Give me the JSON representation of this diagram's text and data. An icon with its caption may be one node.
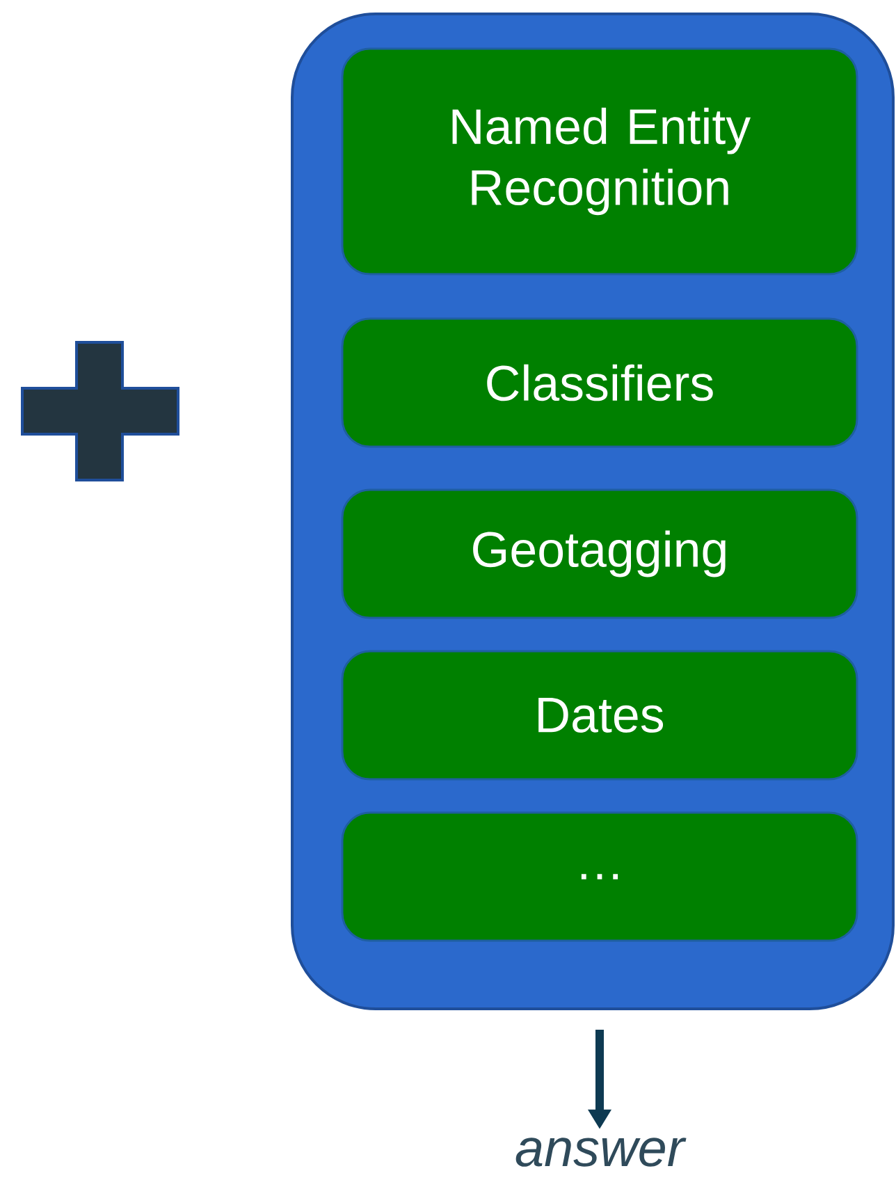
{
  "diagram": {
    "nodes": [
      {
        "text": [],
        "shape": "box"
      },
      {
        "text": [
          "Named Entity Recognition"
        ],
        "in": 0
      },
      {
        "text": [
          "Classifiers"
        ],
        "in": 0
      },
      {
        "text": [
          "Geotagging"
        ],
        "in": 0
      },
      {
        "text": [
          "Dates"
        ],
        "in": 0
      },
      {
        "text": [
          "…"
        ],
        "in": 0
      },
      {
        "text": [
          "answer"
        ]
      }
    ],
    "edges": [
      {
        "from": 0,
        "to": 6,
        "arrow": "to"
      }
    ]
  }
}
